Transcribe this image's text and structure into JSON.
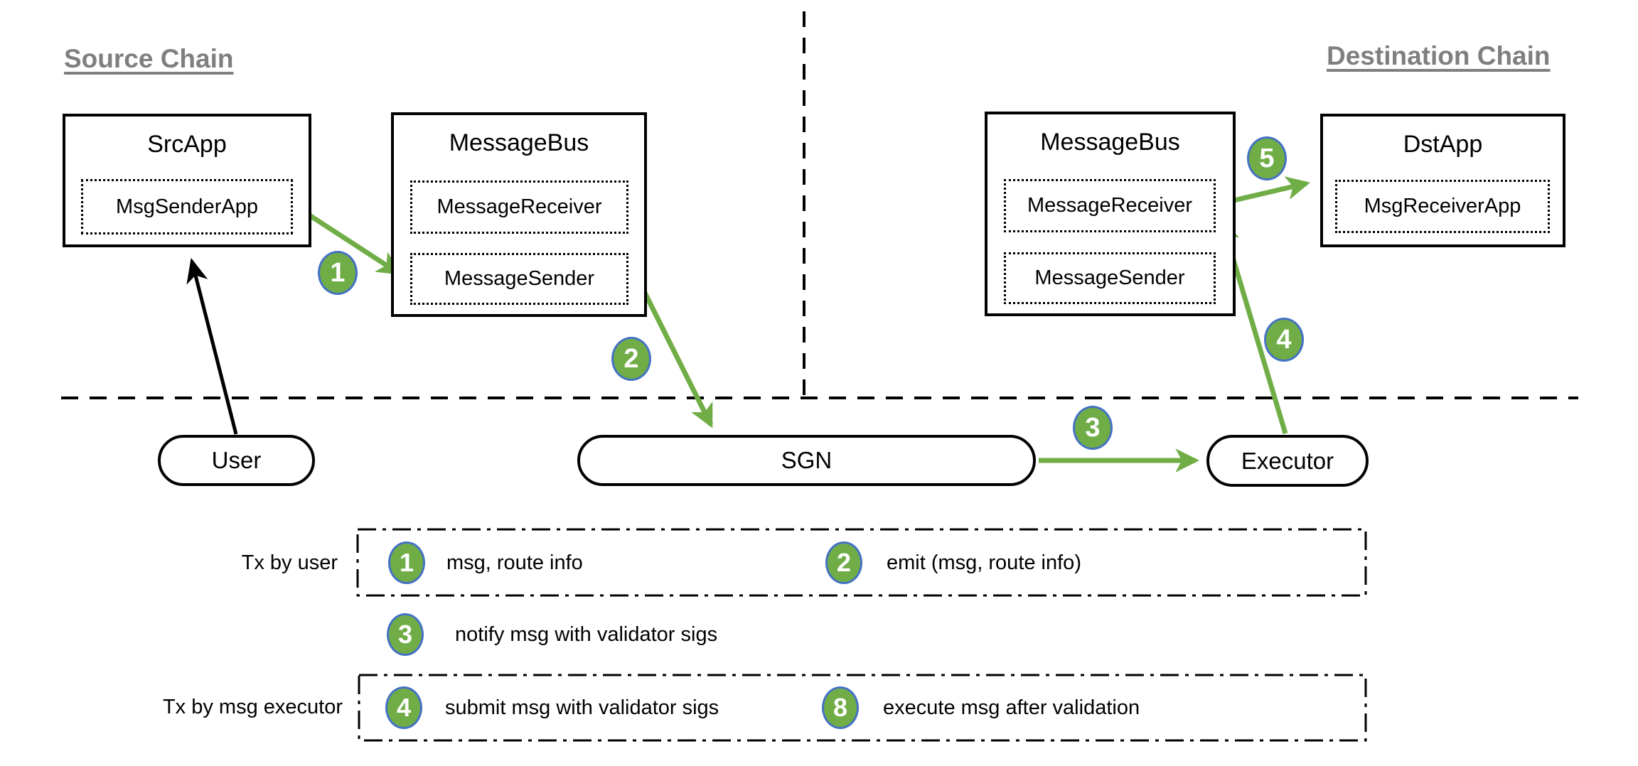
{
  "colors": {
    "arrow_green": "#70AD47",
    "badge_fill": "#70AD47",
    "badge_border": "#4472C4",
    "heading_gray": "#7F7F7F",
    "line_black": "#000000"
  },
  "headings": {
    "source": "Source Chain",
    "destination": "Destination Chain"
  },
  "nodes": {
    "src_app": {
      "title": "SrcApp",
      "inner": "MsgSenderApp"
    },
    "left_bus": {
      "title": "MessageBus",
      "receiver": "MessageReceiver",
      "sender": "MessageSender"
    },
    "right_bus": {
      "title": "MessageBus",
      "receiver": "MessageReceiver",
      "sender": "MessageSender"
    },
    "dst_app": {
      "title": "DstApp",
      "inner": "MsgReceiverApp"
    },
    "user": "User",
    "sgn": "SGN",
    "executor": "Executor"
  },
  "flow_badges": {
    "step1": "1",
    "step2": "2",
    "step3": "3",
    "step4": "4",
    "step5": "5"
  },
  "legend": {
    "row1_label": "Tx by user",
    "row2_label": "Tx by msg executor",
    "items": [
      {
        "num": "1",
        "text": "msg, route info"
      },
      {
        "num": "2",
        "text": "emit (msg, route info)"
      },
      {
        "num": "3",
        "text": "notify msg with validator sigs"
      },
      {
        "num": "4",
        "text": "submit msg with validator sigs"
      },
      {
        "num": "8",
        "text": "execute msg after validation"
      }
    ]
  }
}
